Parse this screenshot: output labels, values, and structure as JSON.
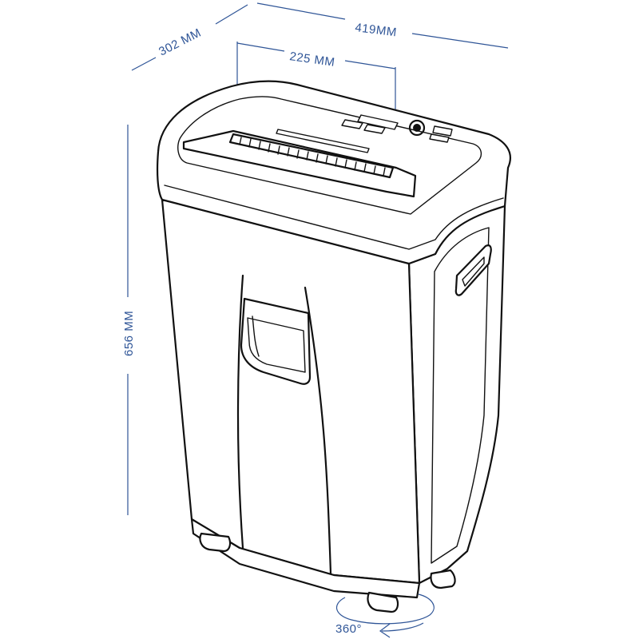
{
  "dimensions": {
    "depth": "302 MM",
    "width": "419MM",
    "slot": "225 MM",
    "height": "656 MM",
    "rotation": "360°"
  },
  "colors": {
    "dimension": "#2f5597",
    "ink": "#111111"
  },
  "icons": {
    "rotation_arrow": "rotate-arrow-icon",
    "power_button": "power-button-icon"
  }
}
